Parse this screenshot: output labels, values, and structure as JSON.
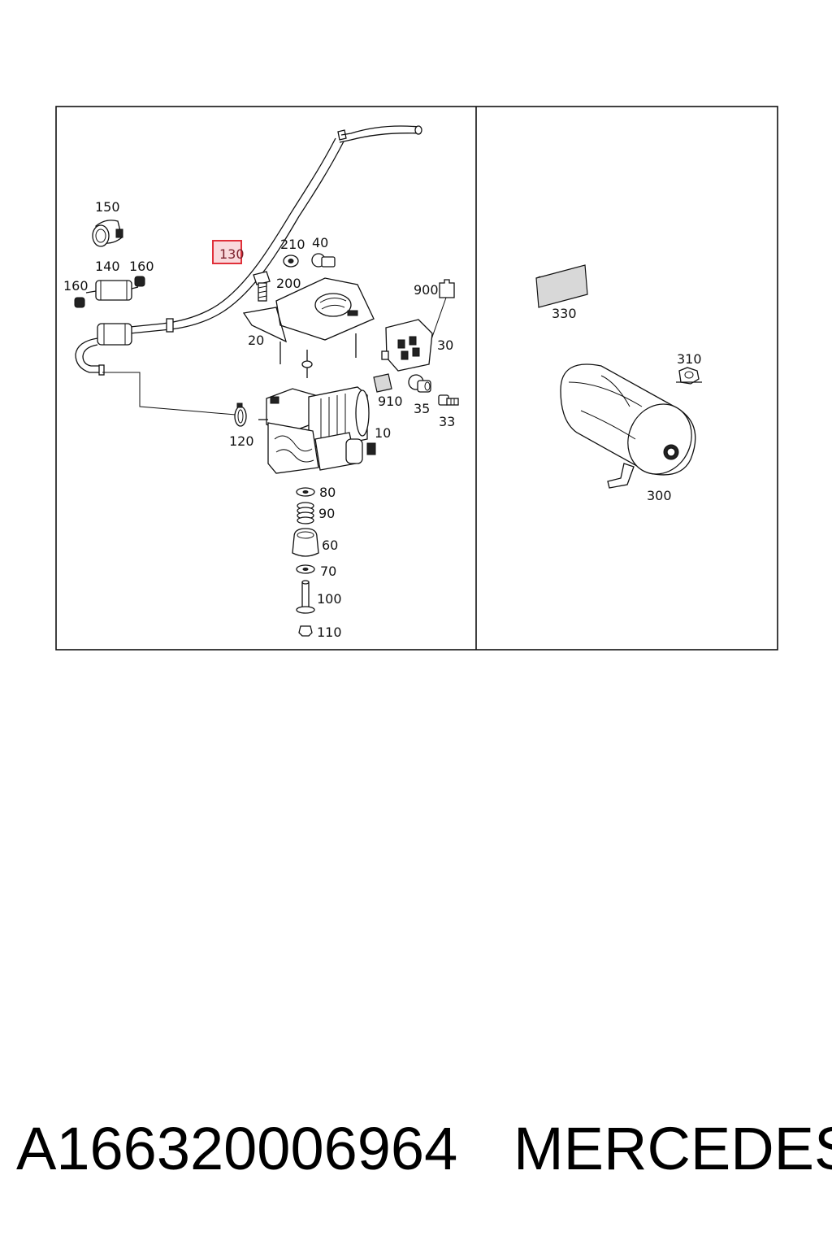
{
  "diagram": {
    "labels": {
      "p150": "150",
      "p130": "130",
      "p210": "210",
      "p40": "40",
      "p140": "140",
      "p160a": "160",
      "p160b": "160",
      "p200": "200",
      "p900": "900",
      "p20": "20",
      "p30": "30",
      "p910": "910",
      "p35": "35",
      "p33": "33",
      "p120": "120",
      "p10": "10",
      "p80": "80",
      "p90": "90",
      "p60": "60",
      "p70": "70",
      "p100": "100",
      "p110": "110",
      "p330": "330",
      "p310": "310",
      "p300": "300"
    },
    "highlight_color": "#e0303a",
    "highlight_fill": "#f9d9dc"
  },
  "footer": {
    "part_number": "A166320006964",
    "brand": "MERCEDES"
  }
}
